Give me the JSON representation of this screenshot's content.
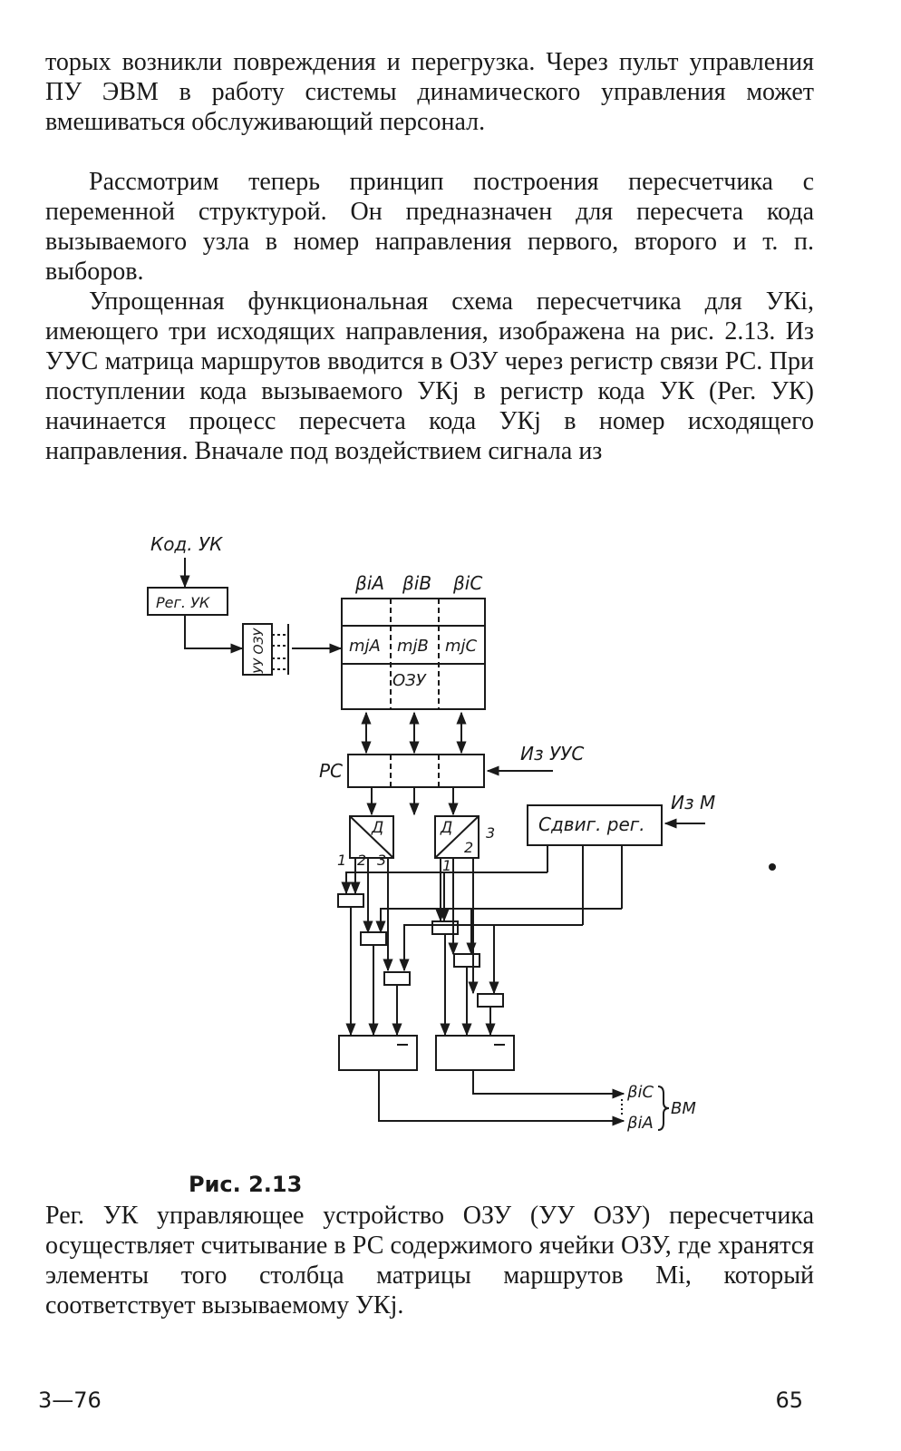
{
  "text": {
    "p1": "торых возникли повреждения и перегрузка. Через пульт управления ПУ ЭВМ в работу системы динамического управления может вмешиваться обслуживающий персонал.",
    "p2": "Рассмотрим теперь принцип построения пересчетчика с переменной структурой. Он предназначен для пересчета кода вызываемого узла в номер направления первого, второго и т. п. выборов.",
    "p3": "Упрощенная функциональная схема пересчетчика для УКi, имеющего три исходящих направления, изображена на рис. 2.13. Из УУС матрица маршрутов вводится в ОЗУ через регистр связи РС. При поступлении кода вызываемого УКj в регистр кода УК (Рег. УК) начинается процесс пересчета кода УКj в номер исходящего направления. Вначале под воздействием сигнала из",
    "p4": "Рег. УК управляющее устройство ОЗУ (УУ ОЗУ) пересчетчика осуществляет считывание в РС содержимого ячейки ОЗУ, где хранятся элементы того столбца матрицы маршрутов Mi, который соответствует вызываемому УКj."
  },
  "figure": {
    "caption": "Рис. 2.13",
    "labels": {
      "kod_uk": "Код. УК",
      "reg_uk": "Рег. УК",
      "uu_ozu": "УУ ОЗУ",
      "beta_ia": "βiA",
      "beta_ib": "βiB",
      "beta_ic": "βiC",
      "m_ja": "mjA",
      "m_jb": "mjB",
      "m_jc": "mjC",
      "ozu": "ОЗУ",
      "pc": "РС",
      "iz_uus": "Из УУС",
      "d": "Д",
      "sdvig_reg": "Сдвиг. рег.",
      "iz_m": "Из М",
      "n1": "1",
      "n2": "2",
      "n3": "3",
      "out_ic": "βiC",
      "out_ia": "βiA",
      "vm": "ВМ"
    }
  },
  "footer": {
    "left": "3—76",
    "right": "65"
  }
}
